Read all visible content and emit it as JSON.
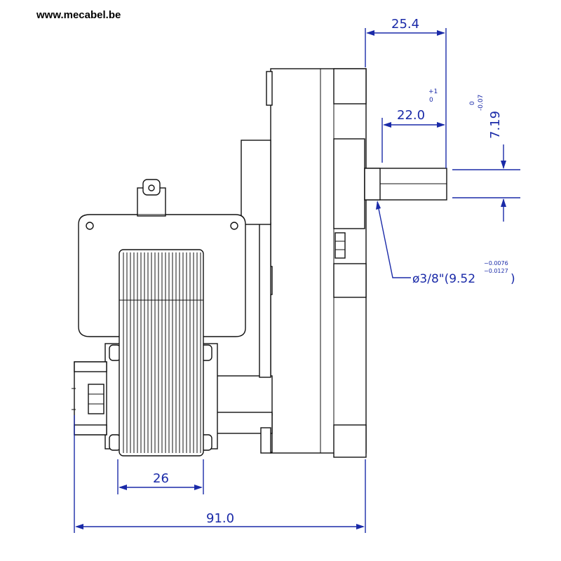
{
  "header": {
    "website": "www.mecabel.be"
  },
  "dimensions": {
    "top_offset": "25.4",
    "shaft_length": "22.0",
    "shaft_length_tol_upper": "+1",
    "shaft_length_tol_lower": "0",
    "flat_depth": "7.19",
    "flat_depth_tol_upper": "0",
    "flat_depth_tol_lower": "-0.07",
    "shaft_diameter_prefix": "ø3/8\"(9.52",
    "shaft_diameter_tol_upper": "−0.0076",
    "shaft_diameter_tol_lower": "−0.0127",
    "shaft_diameter_suffix": ")",
    "coil_width": "26",
    "overall_length": "91.0"
  },
  "colors": {
    "dimension": "#1a2aa8",
    "outline": "#111111"
  }
}
